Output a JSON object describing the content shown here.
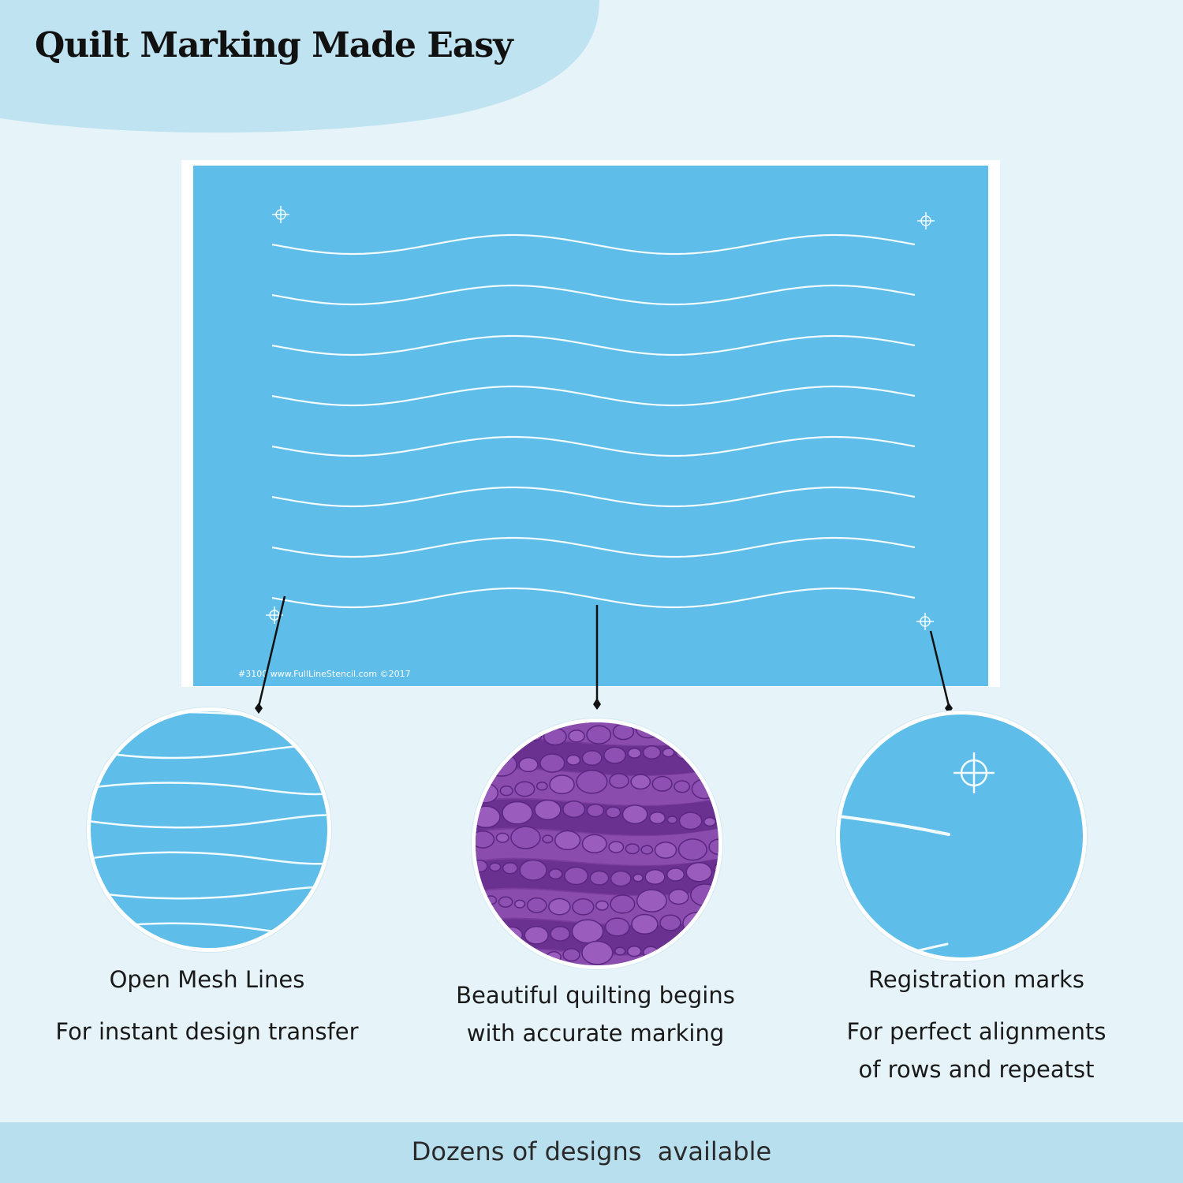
{
  "title": "Quilt Marking Made Easy",
  "stencil": {
    "label": "#3100 www.FullLineStencil.com ©2017"
  },
  "features": [
    {
      "lines": [
        "Open Mesh Lines",
        "For instant design transfer"
      ]
    },
    {
      "lines": [
        "Beautiful quilting begins",
        "with accurate marking"
      ]
    },
    {
      "lines": [
        "Registration marks",
        "For perfect alignments",
        "of rows and repeatst"
      ]
    }
  ],
  "footer": {
    "text": "Dozens of designs  available"
  },
  "colors": {
    "background": "#e6f4fa",
    "blob": "#bfe3f0",
    "stencil": "#5ebde9",
    "quilt": "#7a3d9e",
    "footer": "#b8dfee"
  }
}
